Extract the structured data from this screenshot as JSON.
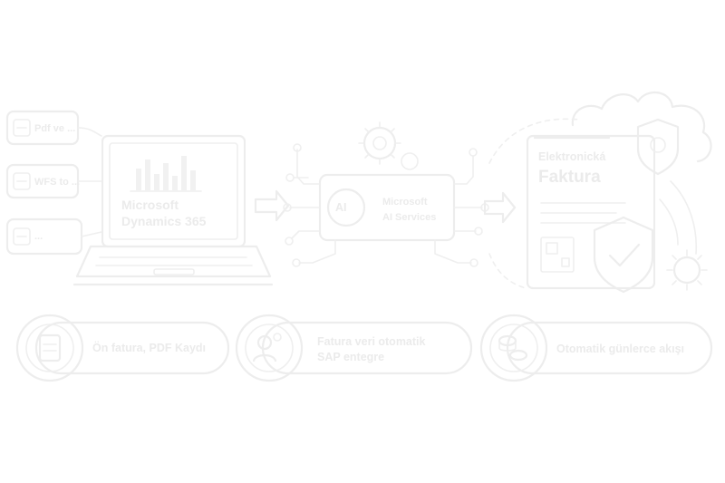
{
  "sources": [
    {
      "label": "Pdf ve ...",
      "icon": "pdf-icon"
    },
    {
      "label": "WFS to ...",
      "icon": "wms-icon"
    },
    {
      "label": "...",
      "icon": "scan-icon"
    }
  ],
  "laptop": {
    "title_line1": "Microsoft",
    "title_line2": "Dynamics 365",
    "icon": "bar-chart-icon"
  },
  "processor": {
    "badge": "AI",
    "line1": "Microsoft",
    "line2": "AI Services",
    "icon": "gear-icon"
  },
  "invoice": {
    "title_line1": "Elektronická",
    "title_line2": "Faktura",
    "icon": "shield-check-icon"
  },
  "benefits": [
    {
      "label": "Ön fatura, PDF Kaydı",
      "icon": "document-icon"
    },
    {
      "label": "Fatura veri otomatik",
      "label_line2": "SAP entegre",
      "icon": "people-gear-icon"
    },
    {
      "label": "Otomatik günlerce akışı",
      "icon": "coins-icon"
    }
  ],
  "colors": {
    "line": "#ededed",
    "text": "#ebebeb",
    "background": "#ffffff"
  }
}
